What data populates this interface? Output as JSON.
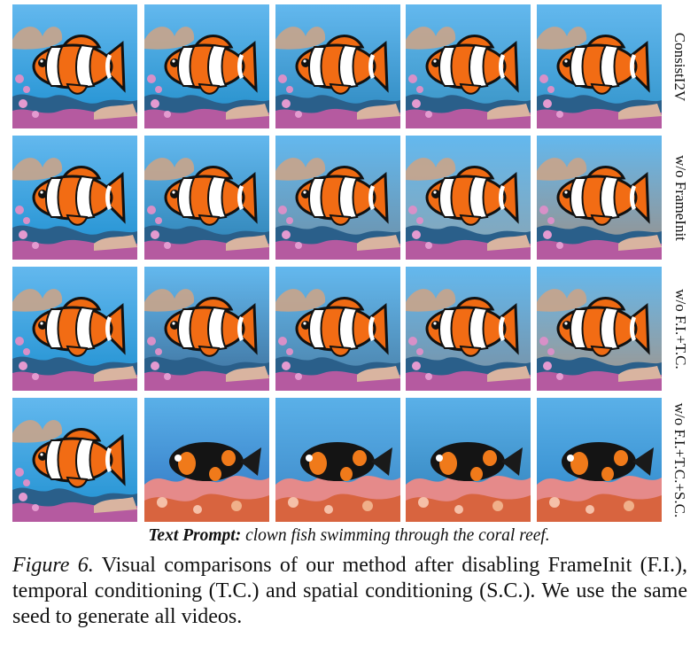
{
  "figure": {
    "prompt_label": "Text Prompt:",
    "prompt_text": "clown fish swimming through the coral reef.",
    "caption_label": "Figure 6.",
    "caption_text": "Visual comparisons of our method after disabling FrameInit (F.I.), temporal conditioning (T.C.) and spatial conditioning (S.C.). We use the same seed to generate all videos."
  },
  "rows": [
    {
      "label": "ConsistI2V",
      "style": "clear",
      "frames": [
        {
          "bg": "#1d8fd0",
          "fish": "orange"
        },
        {
          "bg": "#1f8cc8",
          "fish": "orange"
        },
        {
          "bg": "#2a86bd",
          "fish": "orange"
        },
        {
          "bg": "#3591c2",
          "fish": "orange"
        },
        {
          "bg": "#2f92c9",
          "fish": "orange"
        }
      ]
    },
    {
      "label": "w/o FrameInit",
      "style": "clear",
      "frames": [
        {
          "bg": "#1d8fd0",
          "fish": "orange"
        },
        {
          "bg": "#2a7fb2",
          "fish": "orange"
        },
        {
          "bg": "#6e8fa6",
          "fish": "orange"
        },
        {
          "bg": "#8aa4b2",
          "fish": "orange"
        },
        {
          "bg": "#9c8f86",
          "fish": "orange"
        }
      ]
    },
    {
      "label": "w/o F.I.+T.C.",
      "style": "clear",
      "frames": [
        {
          "bg": "#1d8fd0",
          "fish": "orange"
        },
        {
          "bg": "#3d6f9a",
          "fish": "orange"
        },
        {
          "bg": "#4a7fa6",
          "fish": "orange"
        },
        {
          "bg": "#7a8fa0",
          "fish": "orange"
        },
        {
          "bg": "#a39488",
          "fish": "orange"
        }
      ]
    },
    {
      "label": "w/o F.I.+T.C.+S.C.",
      "style": "clear",
      "frames": [
        {
          "bg": "#1d8fd0",
          "fish": "orange"
        },
        {
          "bg": "#2f74c2",
          "fish": "dark"
        },
        {
          "bg": "#3b86c6",
          "fish": "dark"
        },
        {
          "bg": "#2f7fb9",
          "fish": "dark"
        },
        {
          "bg": "#2d86c9",
          "fish": "dark"
        }
      ]
    }
  ]
}
